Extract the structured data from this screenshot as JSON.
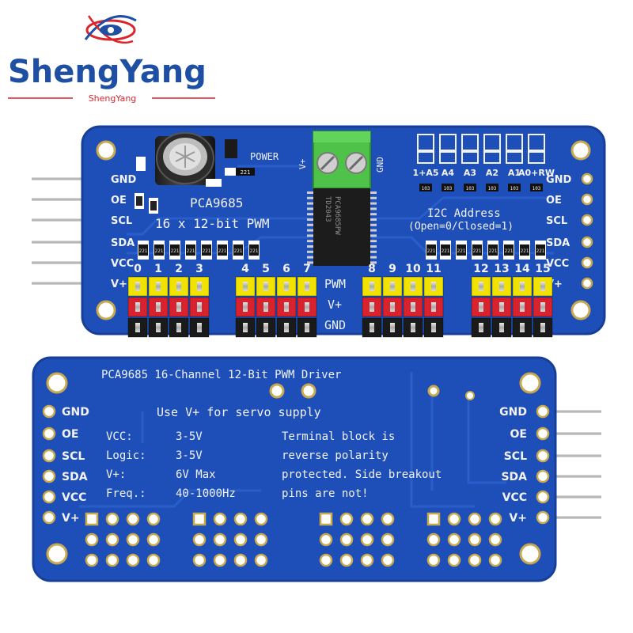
{
  "brand": {
    "name": "ShengYang",
    "subtitle": "ShengYang",
    "color": "#1f4fa3",
    "accent": "#d9252b"
  },
  "front": {
    "chip_name": "PCA9685",
    "chip_desc": "16 x 12-bit PWM",
    "chip_marking": [
      "PCA9685PW",
      "TD2043"
    ],
    "power_label": "POWER",
    "terminal_plus": "V+",
    "terminal_gnd": "GND",
    "header_pins": [
      "GND",
      "OE",
      "SCL",
      "SDA",
      "VCC",
      "V+"
    ],
    "address_pins": [
      "1+A5",
      "A4",
      "A3",
      "A2",
      "A1",
      "A0+RW"
    ],
    "i2c_title": "I2C Address",
    "i2c_desc": "(Open=0/Closed=1)",
    "right_pins": [
      "GND",
      "OE",
      "SCL",
      "SDA",
      "VCC",
      "V+"
    ],
    "channels": [
      "0",
      "1",
      "2",
      "3",
      "4",
      "5",
      "6",
      "7",
      "8",
      "9",
      "10",
      "11",
      "12",
      "13",
      "14",
      "15"
    ],
    "row_pwm": "PWM",
    "row_vplus": "V+",
    "row_gnd": "GND",
    "resistor_code": "221",
    "cap_code": "103",
    "led_code": "221"
  },
  "back": {
    "title": "PCA9685 16-Channel 12-Bit PWM Driver",
    "servo_note": "Use V+ for servo supply",
    "left_pins": [
      "GND",
      "OE",
      "SCL",
      "SDA",
      "VCC",
      "V+"
    ],
    "right_pins": [
      "GND",
      "OE",
      "SCL",
      "SDA",
      "VCC",
      "V+"
    ],
    "specs": [
      {
        "label": "VCC:",
        "value": "3-5V"
      },
      {
        "label": "Logic:",
        "value": "3-5V"
      },
      {
        "label": "V+:",
        "value": "6V Max"
      },
      {
        "label": "Freq.:",
        "value": "40-1000Hz"
      }
    ],
    "note_lines": [
      "Terminal block is",
      "reverse polarity",
      "protected. Side breakout",
      "pins are not!"
    ]
  },
  "colors": {
    "pcb": "#1e4fb8",
    "pcb_edge": "#173f98",
    "trace": "#2a5fcc",
    "silk": "#f2f2f2",
    "pin_yellow": "#f2e200",
    "pin_red": "#d8222e",
    "pin_black": "#1a1a1a",
    "terminal": "#4fc24a",
    "gold": "#c9a94f"
  }
}
